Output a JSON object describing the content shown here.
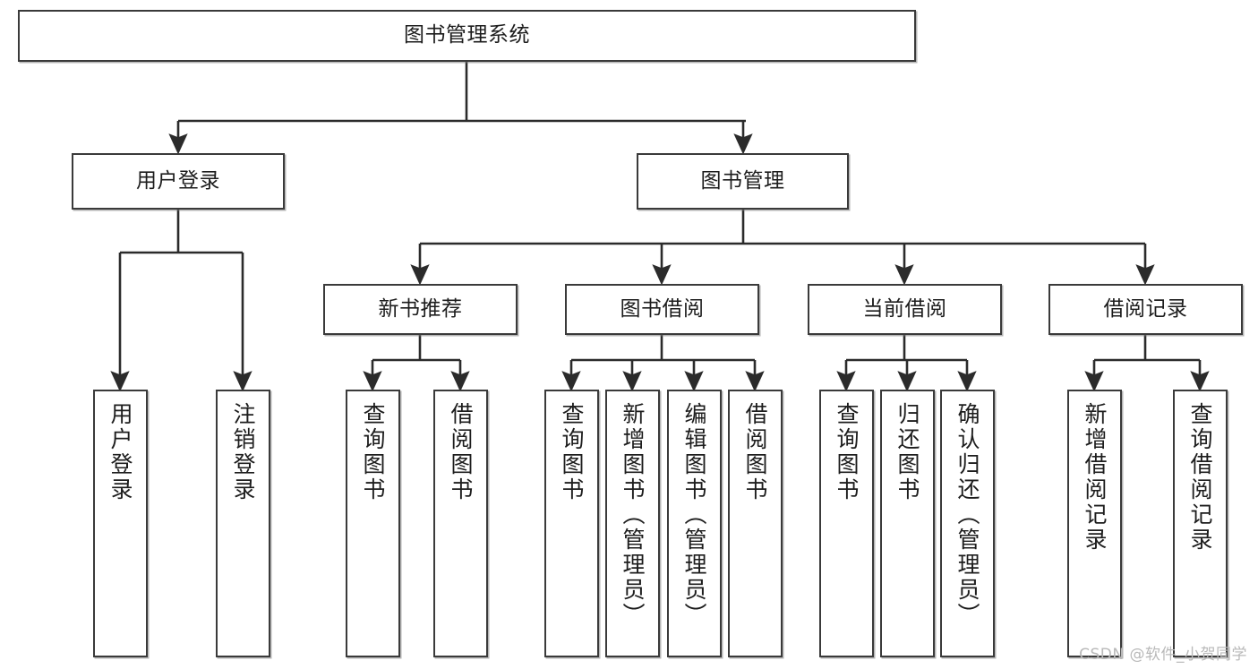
{
  "diagram": {
    "type": "tree-hierarchy",
    "title": "图书管理系统",
    "orientation": "top-down",
    "watermark": "CSDN @软件_小贺同学",
    "colors": {
      "box_border": "#3a3a3a",
      "box_fill": "#ffffff",
      "edge": "#2b2b2b",
      "text": "#1d1d1d",
      "watermark": "#b9b9b9",
      "background": "#ffffff"
    },
    "levels": [
      {
        "level": 1,
        "nodes": [
          {
            "id": "root",
            "label": "图书管理系统",
            "orientation": "horizontal"
          }
        ]
      },
      {
        "level": 2,
        "nodes": [
          {
            "id": "login",
            "label": "用户登录",
            "orientation": "horizontal",
            "parent": "root"
          },
          {
            "id": "bookmgr",
            "label": "图书管理",
            "orientation": "horizontal",
            "parent": "root"
          }
        ]
      },
      {
        "level": 3,
        "nodes": [
          {
            "id": "newbook",
            "label": "新书推荐",
            "orientation": "horizontal",
            "parent": "bookmgr"
          },
          {
            "id": "borrow",
            "label": "图书借阅",
            "orientation": "horizontal",
            "parent": "bookmgr"
          },
          {
            "id": "current",
            "label": "当前借阅",
            "orientation": "horizontal",
            "parent": "bookmgr"
          },
          {
            "id": "record",
            "label": "借阅记录",
            "orientation": "horizontal",
            "parent": "bookmgr"
          }
        ]
      },
      {
        "level": 4,
        "nodes": [
          {
            "id": "leaf1",
            "label": "用户登录",
            "orientation": "vertical",
            "parent": "login"
          },
          {
            "id": "leaf2",
            "label": "注销登录",
            "orientation": "vertical",
            "parent": "login"
          },
          {
            "id": "leaf3",
            "label": "查询图书",
            "orientation": "vertical",
            "parent": "newbook"
          },
          {
            "id": "leaf4",
            "label": "借阅图书",
            "orientation": "vertical",
            "parent": "newbook"
          },
          {
            "id": "leaf5",
            "label": "查询图书",
            "orientation": "vertical",
            "parent": "borrow"
          },
          {
            "id": "leaf6",
            "label": "新增图书（管理员）",
            "orientation": "vertical",
            "parent": "borrow"
          },
          {
            "id": "leaf7",
            "label": "编辑图书（管理员）",
            "orientation": "vertical",
            "parent": "borrow"
          },
          {
            "id": "leaf8",
            "label": "借阅图书",
            "orientation": "vertical",
            "parent": "borrow"
          },
          {
            "id": "leaf9",
            "label": "查询图书",
            "orientation": "vertical",
            "parent": "current"
          },
          {
            "id": "leaf10",
            "label": "归还图书",
            "orientation": "vertical",
            "parent": "current"
          },
          {
            "id": "leaf11",
            "label": "确认归还（管理员）",
            "orientation": "vertical",
            "parent": "current"
          },
          {
            "id": "leaf12",
            "label": "新增借阅记录",
            "orientation": "vertical",
            "parent": "record"
          },
          {
            "id": "leaf13",
            "label": "查询借阅记录",
            "orientation": "vertical",
            "parent": "record"
          }
        ]
      }
    ]
  }
}
